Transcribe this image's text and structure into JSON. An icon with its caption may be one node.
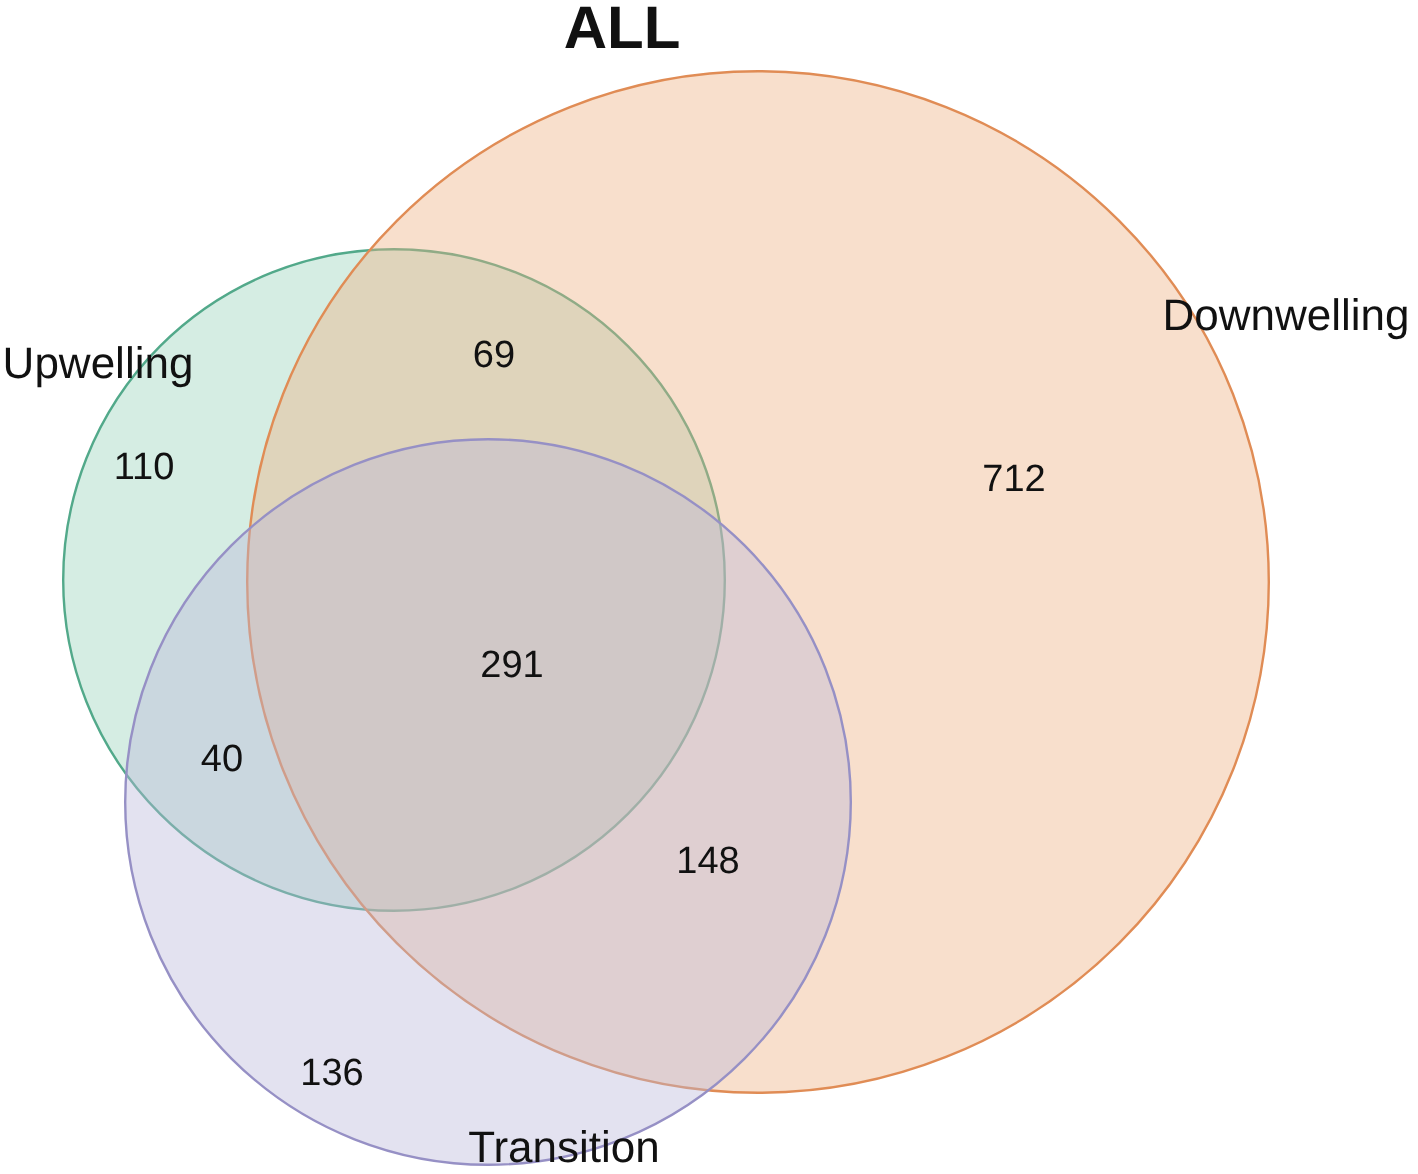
{
  "diagram": {
    "title": "ALL",
    "nodes": [
      {
        "text": [
          "Upwelling"
        ]
      },
      {
        "text": [
          "Downwelling"
        ]
      },
      {
        "text": [
          "Transition"
        ]
      }
    ],
    "labels": [
      "69",
      "110",
      "712",
      "291",
      "40",
      "148",
      "136"
    ]
  }
}
